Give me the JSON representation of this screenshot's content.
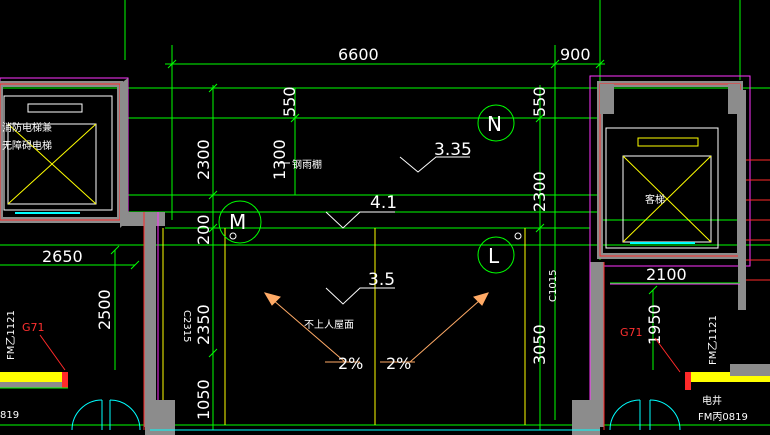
{
  "colors": {
    "background": "#000000",
    "dimension": "#00ff00",
    "grid": "#00ff00",
    "wall": "#ff2a2a",
    "wall_fill": "#8c8c8c",
    "partition": "#ff33ff",
    "center": "#ffff00",
    "door": "#00ffff",
    "arrow": "#ffaa66",
    "bubble": "#00ff00"
  },
  "dimensions": {
    "top_span": "6600",
    "top_right": "900",
    "left_550": "550",
    "left_2300": "2300",
    "left_1300": "1300",
    "left_200": "200",
    "left_2350": "2350",
    "left_1050": "1050",
    "right_550": "550",
    "right_2300": "2300",
    "right_3050": "3050",
    "left_room_width": "2650",
    "left_room_height": "2500",
    "right_room_width": "2100",
    "right_room_height": "1950"
  },
  "axes": {
    "n": "N",
    "m": "M",
    "l": "L"
  },
  "levels": {
    "upper": "3.35",
    "middle": "4.1",
    "lower": "3.5"
  },
  "labels": {
    "left_elevator_1": "消防电梯兼",
    "left_elevator_2": "无障碍电梯",
    "steel_canopy": "钢雨棚",
    "guest_elevator": "客梯",
    "roof_note": "不上人屋面",
    "slope_left": "2%",
    "slope_right": "2%",
    "column_left": "C2315",
    "column_right": "C1015",
    "door_left": "FM乙1121",
    "door_right": "FM乙1121",
    "mark_left": "G71",
    "mark_right": "G71",
    "shaft": "电井",
    "shaft_door": "FM丙0819",
    "edge_code": "819"
  }
}
